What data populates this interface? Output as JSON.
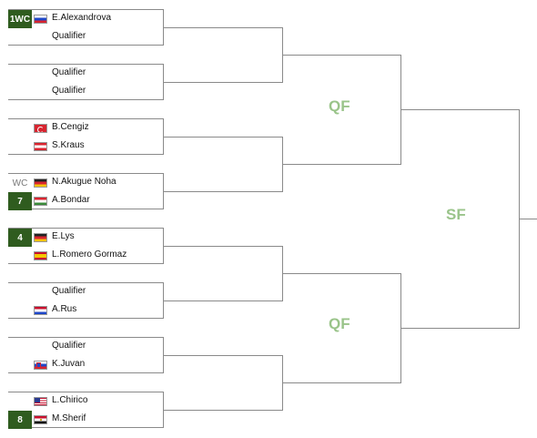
{
  "matches": [
    {
      "top": {
        "seed": "1WC",
        "seed_style": "box",
        "flag": "flag-ru",
        "name": "E.Alexandrova"
      },
      "bottom": {
        "seed": "",
        "seed_style": "",
        "flag": "",
        "name": "Qualifier"
      }
    },
    {
      "top": {
        "seed": "",
        "seed_style": "",
        "flag": "",
        "name": "Qualifier"
      },
      "bottom": {
        "seed": "",
        "seed_style": "",
        "flag": "",
        "name": "Qualifier"
      }
    },
    {
      "top": {
        "seed": "",
        "seed_style": "",
        "flag": "flag-tr",
        "name": "B.Cengiz"
      },
      "bottom": {
        "seed": "",
        "seed_style": "",
        "flag": "flag-at",
        "name": "S.Kraus"
      }
    },
    {
      "top": {
        "seed": "WC",
        "seed_style": "label",
        "flag": "flag-de",
        "name": "N.Akugue Noha"
      },
      "bottom": {
        "seed": "7",
        "seed_style": "box",
        "flag": "flag-hu",
        "name": "A.Bondar"
      }
    },
    {
      "top": {
        "seed": "4",
        "seed_style": "box",
        "flag": "flag-de",
        "name": "E.Lys"
      },
      "bottom": {
        "seed": "",
        "seed_style": "",
        "flag": "flag-es",
        "name": "L.Romero Gormaz"
      }
    },
    {
      "top": {
        "seed": "",
        "seed_style": "",
        "flag": "",
        "name": "Qualifier"
      },
      "bottom": {
        "seed": "",
        "seed_style": "",
        "flag": "flag-nl",
        "name": "A.Rus"
      }
    },
    {
      "top": {
        "seed": "",
        "seed_style": "",
        "flag": "",
        "name": "Qualifier"
      },
      "bottom": {
        "seed": "",
        "seed_style": "",
        "flag": "flag-si",
        "name": "K.Juvan"
      }
    },
    {
      "top": {
        "seed": "",
        "seed_style": "",
        "flag": "flag-us",
        "name": "L.Chirico"
      },
      "bottom": {
        "seed": "8",
        "seed_style": "box",
        "flag": "flag-eg",
        "name": "M.Sherif"
      }
    }
  ],
  "rounds": {
    "qf_label": "QF",
    "sf_label": "SF"
  },
  "colors": {
    "seed_box": "#2f5c1f",
    "round_label": "#9ac48a",
    "line": "#8a8a8a"
  }
}
